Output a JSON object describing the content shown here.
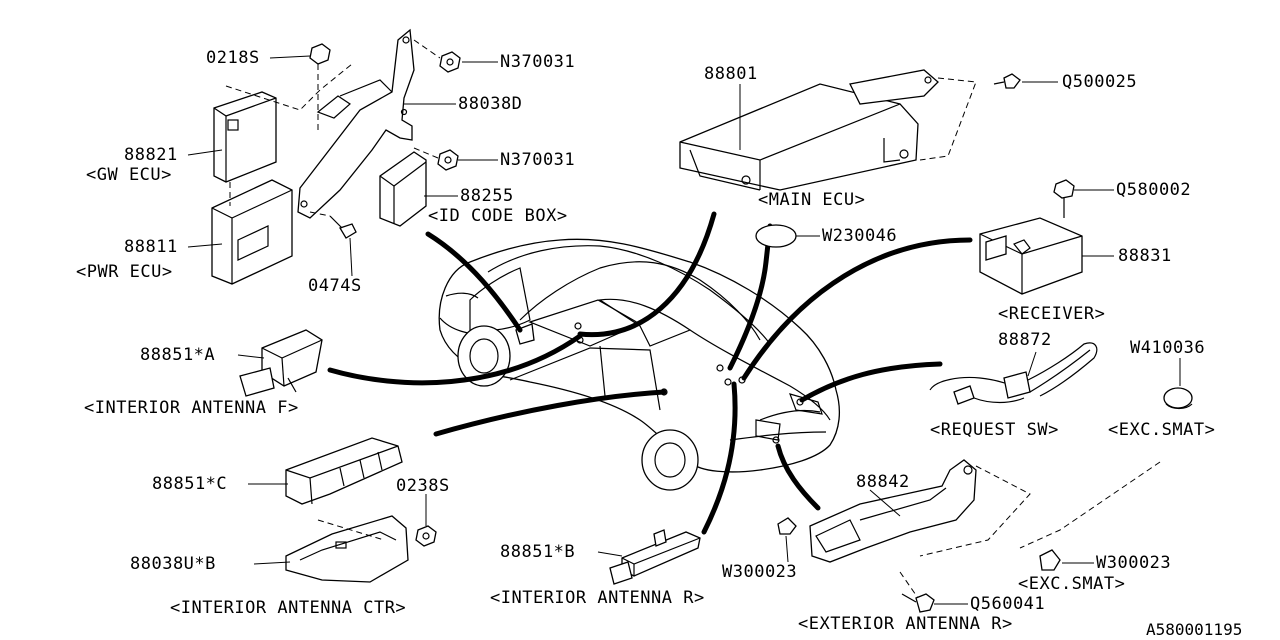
{
  "diagram_code": "A580001195",
  "parts": {
    "p0218s": "0218S",
    "n370031_top": "N370031",
    "p88038d": "88038D",
    "n370031_mid": "N370031",
    "p88255": "88255",
    "id_code_box": "<ID CODE BOX>",
    "p88821": "88821",
    "gw_ecu": "<GW ECU>",
    "p88811": "88811",
    "pwr_ecu": "<PWR ECU>",
    "p0474s": "0474S",
    "p88801": "88801",
    "main_ecu": "<MAIN ECU>",
    "q500025": "Q500025",
    "q580002": "Q580002",
    "w230046": "W230046",
    "p88831": "88831",
    "receiver": "<RECEIVER>",
    "p88851a": "88851*A",
    "interior_antenna_f": "<INTERIOR ANTENNA F>",
    "p88872": "88872",
    "w410036": "W410036",
    "request_sw": "<REQUEST SW>",
    "exc_smat_1": "<EXC.SMAT>",
    "p88851c": "88851*C",
    "p0238s": "0238S",
    "p88038u_b": "88038U*B",
    "interior_antenna_ctr": "<INTERIOR ANTENNA CTR>",
    "p88851b": "88851*B",
    "interior_antenna_r": "<INTERIOR ANTENNA R>",
    "w300023_left": "W300023",
    "p88842": "88842",
    "w300023_right": "W300023",
    "exc_smat_2": "<EXC.SMAT>",
    "q560041": "Q560041",
    "exterior_antenna_r": "<EXTERIOR ANTENNA R>"
  }
}
